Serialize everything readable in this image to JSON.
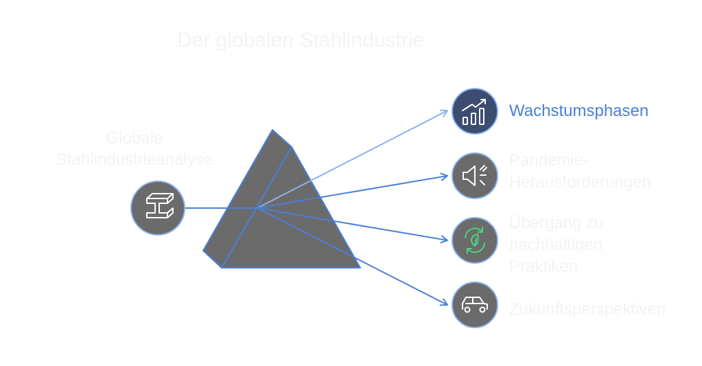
{
  "title": "Der globalen Stahlindustrie",
  "source": {
    "label_line1": "Globale",
    "label_line2": "Stahlindustrieanalyse",
    "icon": "steel-beam-icon"
  },
  "outputs": [
    {
      "label": "Wachstumsphasen",
      "icon": "growth-chart-icon",
      "active": true
    },
    {
      "label_line1": "Pandemie-",
      "label_line2": "Herausforderungen",
      "icon": "megaphone-alert-icon",
      "active": false
    },
    {
      "label_line1": "Übergang zu",
      "label_line2": "nachhaltigen",
      "label_line3": "Praktiken",
      "icon": "recycle-leaf-icon",
      "active": false
    },
    {
      "label": "Zukunftsperspektiven",
      "icon": "car-icon",
      "active": false
    }
  ],
  "colors": {
    "prism": "#6b6b6b",
    "ray": "#4a7fd8",
    "ray_active": "#8ab2ee",
    "node_fill": "#6b6b6b",
    "node_active_fill": "#3c4d70",
    "node_stroke": "#8ab2ee",
    "accent": "#4a7fd8",
    "faint_text": "#f3f3f3",
    "leaf_green": "#4fd17e"
  }
}
